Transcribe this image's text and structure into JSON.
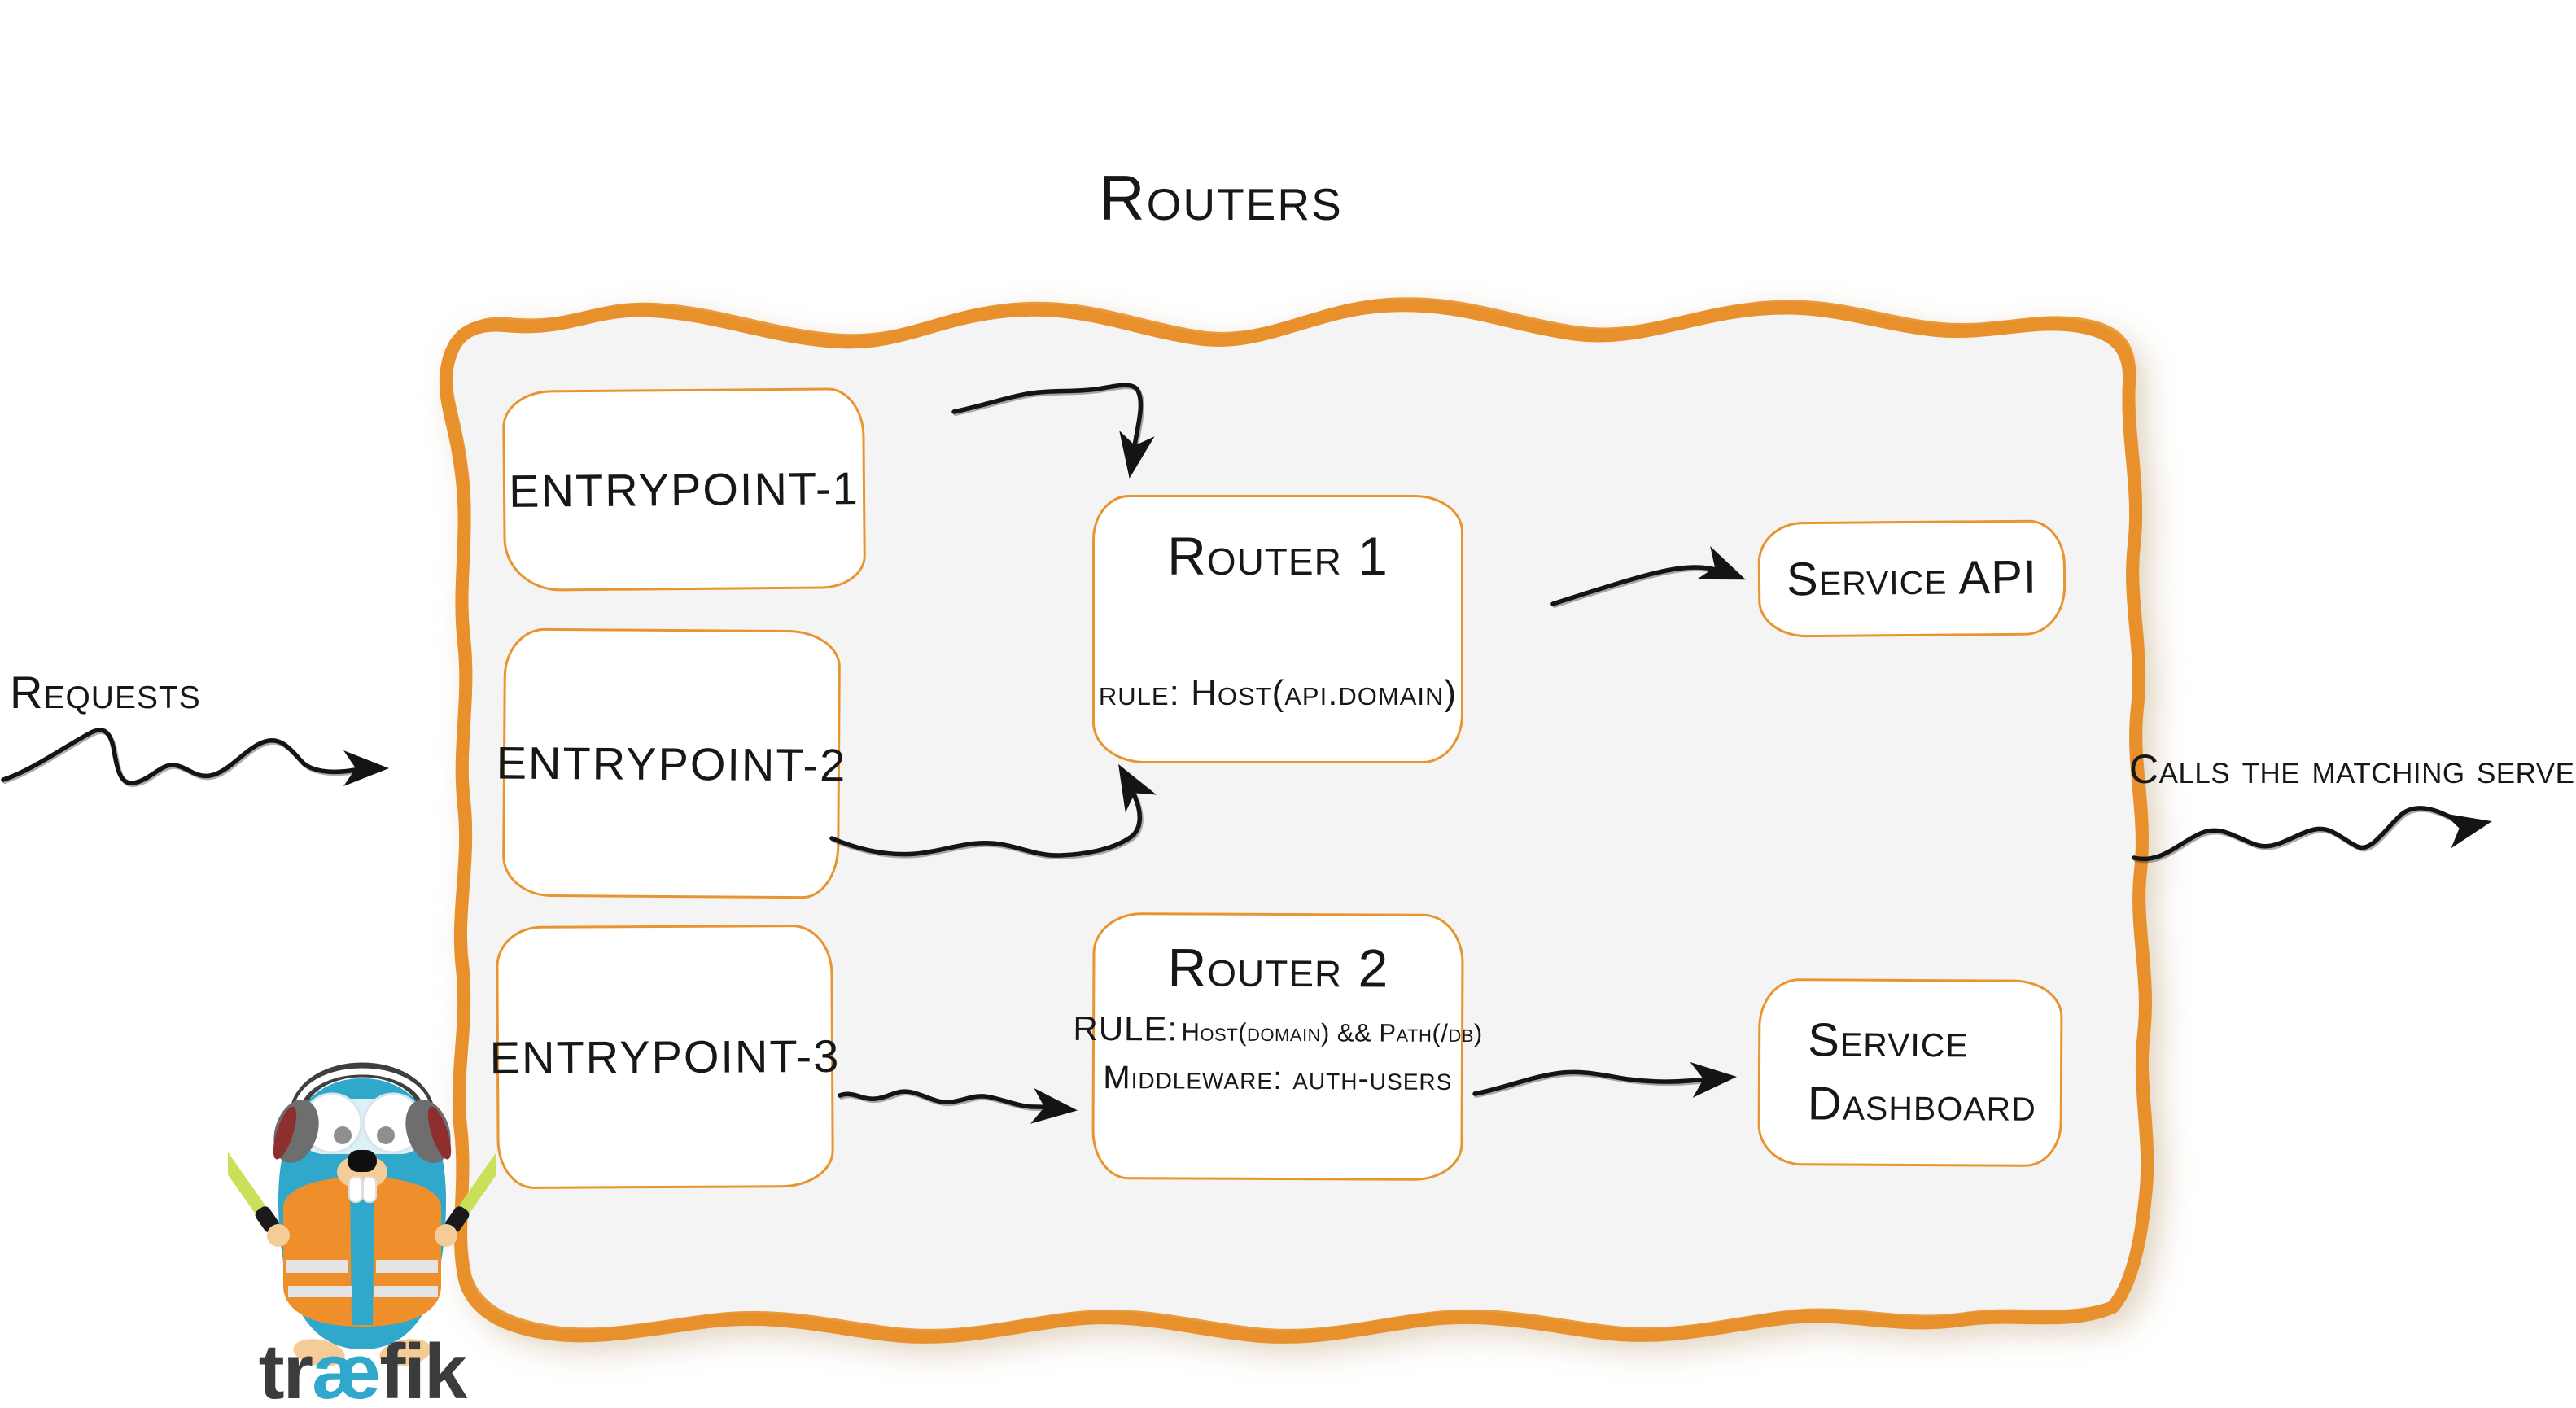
{
  "title": "Routers",
  "annotations": {
    "requests": "Requests",
    "calls_matching": "Calls the matching server"
  },
  "entrypoints": [
    {
      "label": "entrypoint-1"
    },
    {
      "label": "entrypoint-2"
    },
    {
      "label": "entrypoint-3"
    }
  ],
  "routers": [
    {
      "name": "Router 1",
      "rule_label": "rule:",
      "rule_value": "Host(api.domain)"
    },
    {
      "name": "Router 2",
      "rule_label": "RULE:",
      "rule_value": "Host(domain) && Path(/db)",
      "middleware_label": "Middleware:",
      "middleware_value": "auth-users"
    }
  ],
  "services": [
    {
      "line1": "Service API",
      "line2": ""
    },
    {
      "line1": "Service",
      "line2": "Dashboard"
    }
  ],
  "logo": {
    "part1": "tr",
    "part2": "æ",
    "part3": "fik"
  },
  "colors": {
    "accent_orange": "#E8912C",
    "box_border_orange": "#E8952F",
    "container_fill": "#F4F4F4",
    "sketch_black": "#171717",
    "traefik_blue": "#2FA8CC",
    "vest_orange": "#EF8F2B",
    "baton_green": "#C9E159",
    "logo_text_gray": "#3C3C3C"
  }
}
